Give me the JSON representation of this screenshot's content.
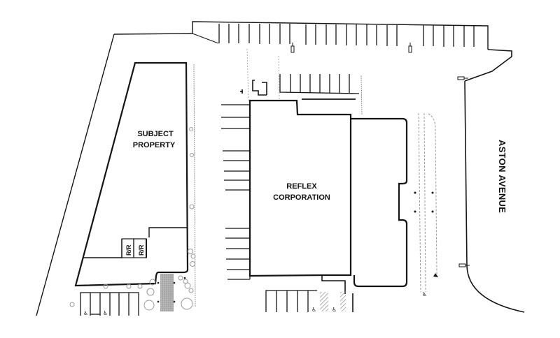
{
  "diagram": {
    "type": "site-plan",
    "colors": {
      "ink": "#151515",
      "faint": "#9a9a9a",
      "hatch": "#8c8c8c",
      "background": "#ffffff"
    },
    "labels": {
      "subject_property_line1": "SUBJECT",
      "subject_property_line2": "PROPERTY",
      "reflex_line1": "REFLEX",
      "reflex_line2": "CORPORATION",
      "street": "ASTON AVENUE",
      "restroom_1": "R/R",
      "restroom_2": "R/R"
    },
    "legend_symbols": {
      "accessible_parking": "wheelchair-icon",
      "light_pole": "light-pole-icon",
      "tree": "tree-icon",
      "hatched_area": "accessible-aisle-hatch"
    }
  }
}
